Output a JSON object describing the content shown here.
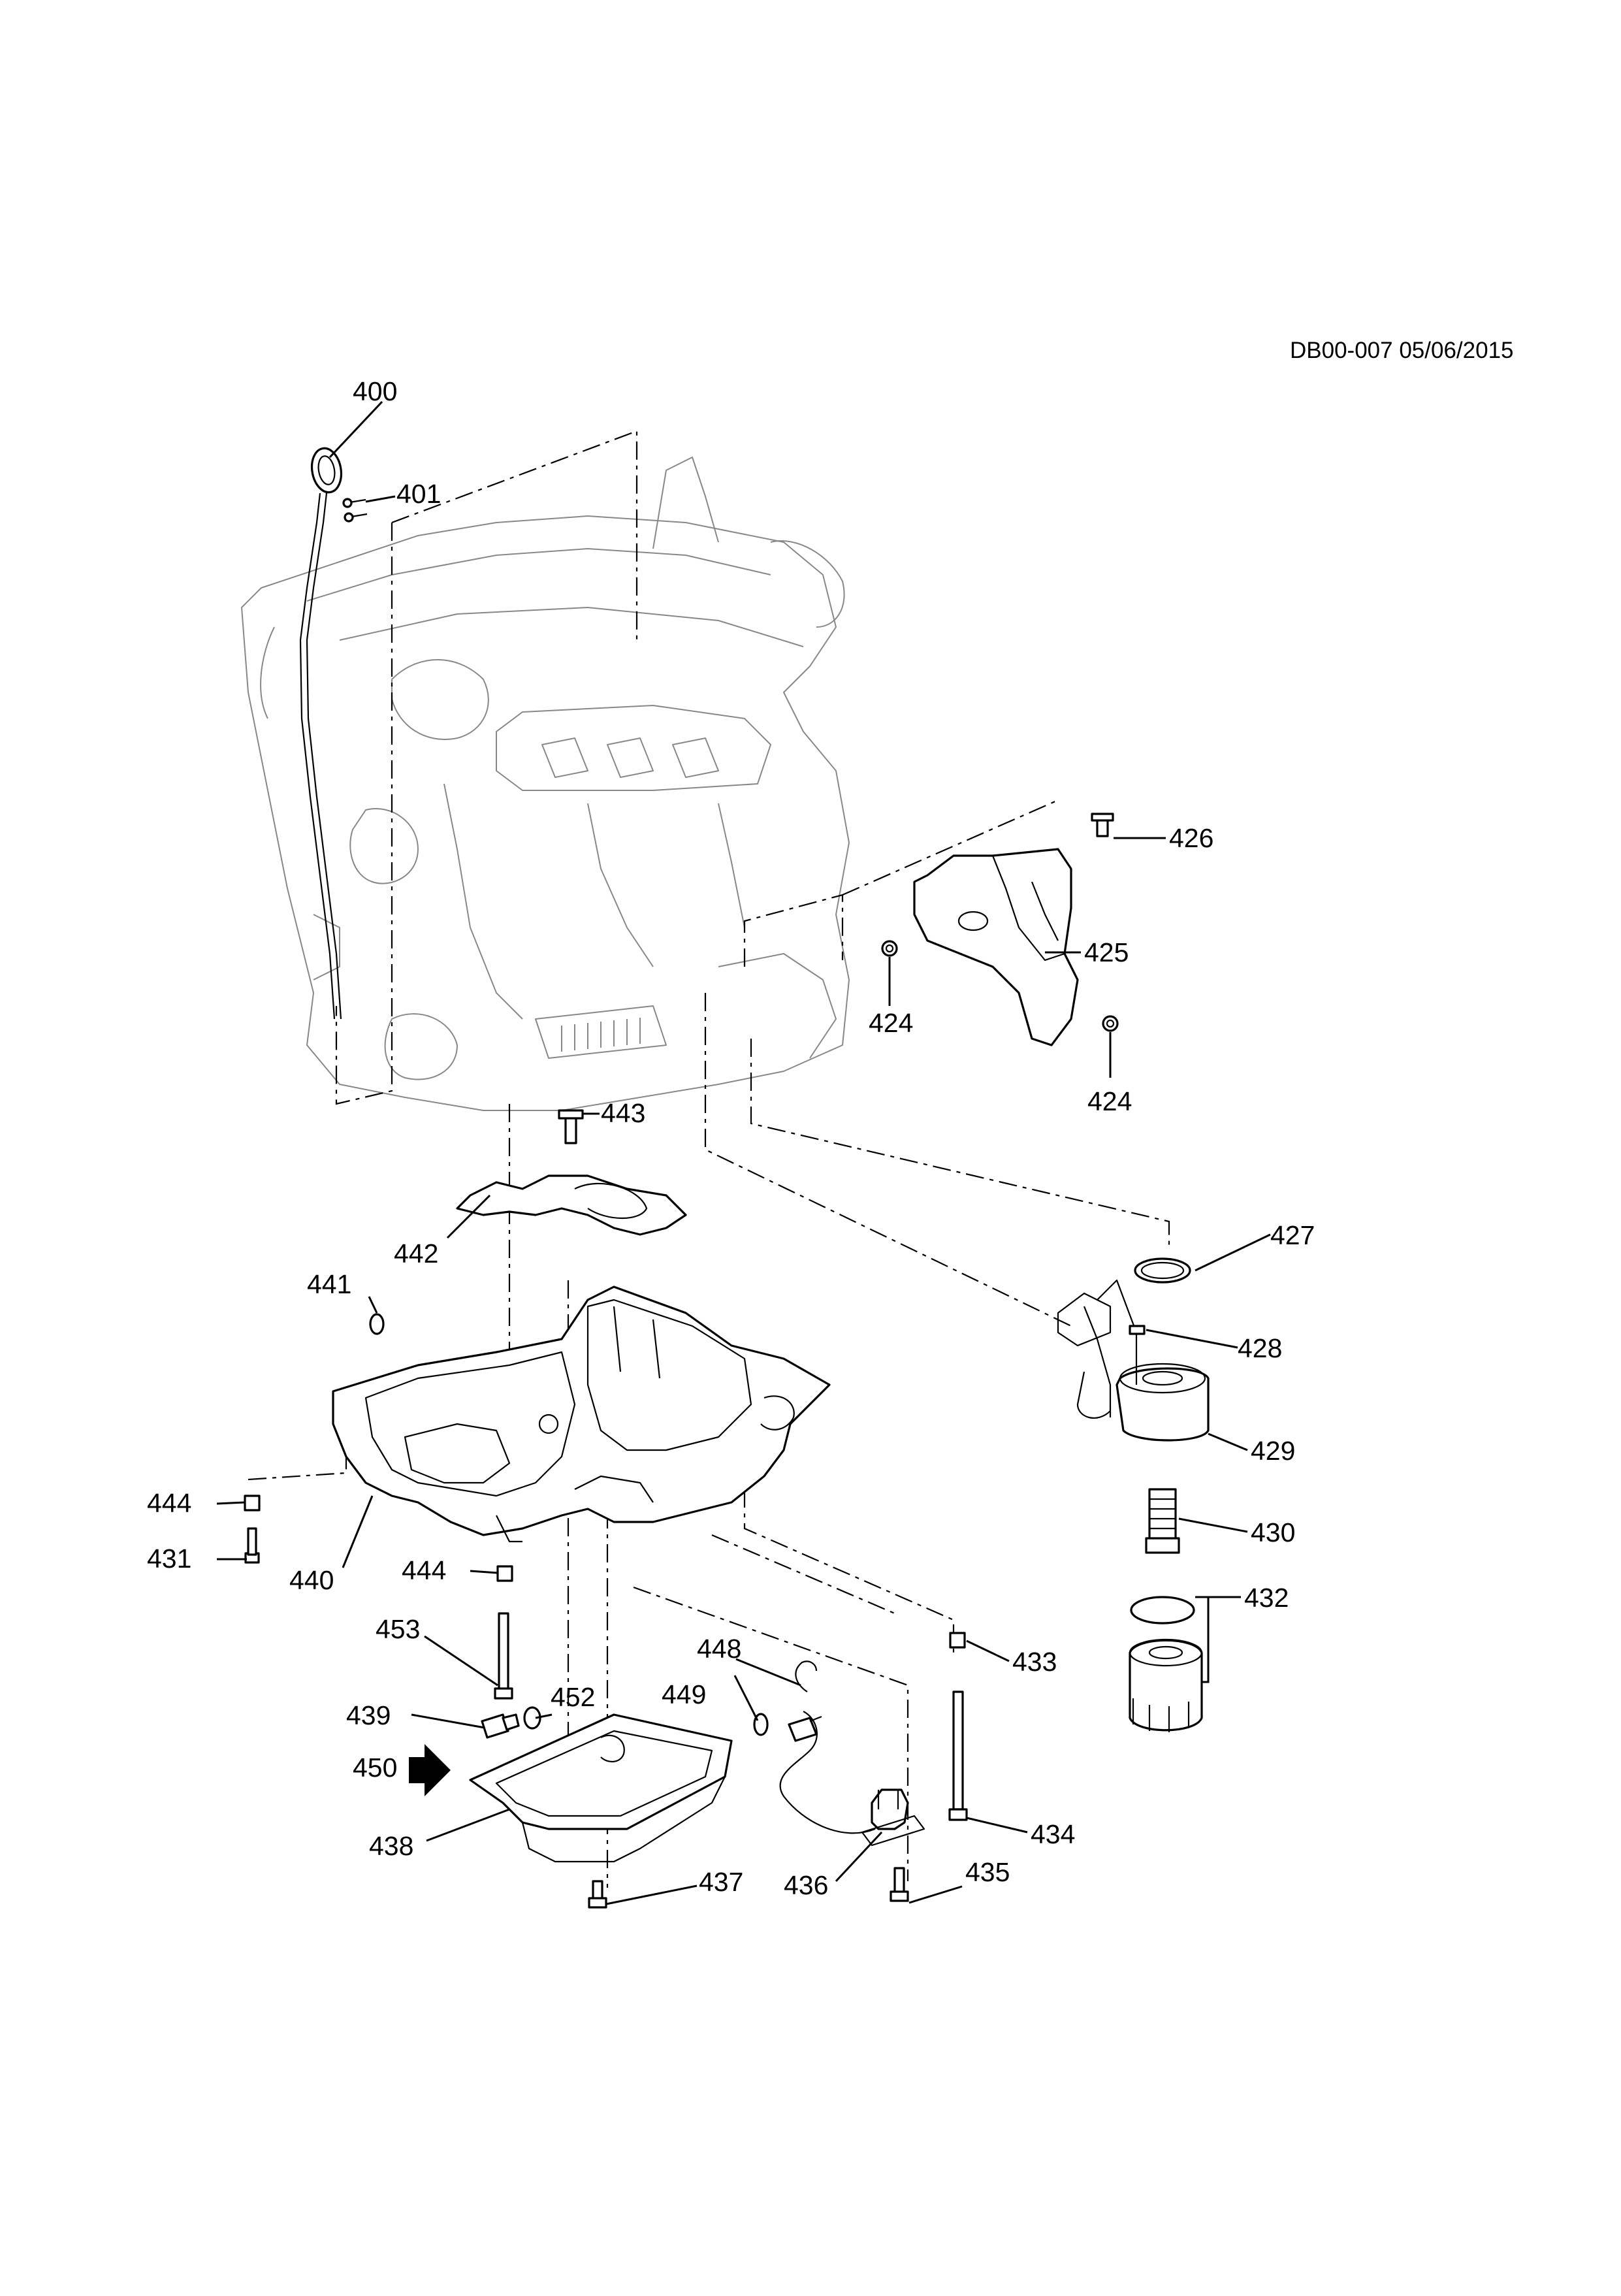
{
  "header": {
    "ref": "DB00-007 05/06/2015"
  },
  "callouts": {
    "c400": "400",
    "c401": "401",
    "c424a": "424",
    "c424b": "424",
    "c425": "425",
    "c426": "426",
    "c427": "427",
    "c428": "428",
    "c429": "429",
    "c430": "430",
    "c431": "431",
    "c432": "432",
    "c433": "433",
    "c434": "434",
    "c435": "435",
    "c436": "436",
    "c437": "437",
    "c438": "438",
    "c439": "439",
    "c440": "440",
    "c441": "441",
    "c442": "442",
    "c443": "443",
    "c444a": "444",
    "c444b": "444",
    "c448": "448",
    "c449": "449",
    "c450": "450",
    "c452": "452",
    "c453": "453"
  },
  "icons": {
    "view_arrow": "arrow-right-icon"
  }
}
